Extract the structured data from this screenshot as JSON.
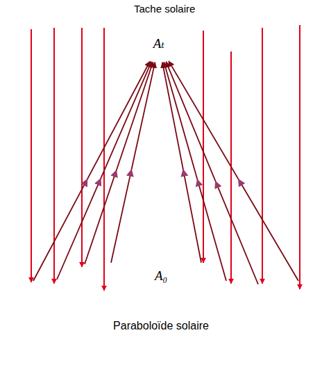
{
  "diagram": {
    "nodes": [
      {
        "text": [
          "Tache solaire",
          "Aₜ"
        ]
      },
      {
        "text": [
          "A₀",
          "Paraboloïde solaire"
        ]
      }
    ],
    "edges": [
      {
        "from": 1,
        "to": 0,
        "arrow": "to"
      }
    ]
  }
}
